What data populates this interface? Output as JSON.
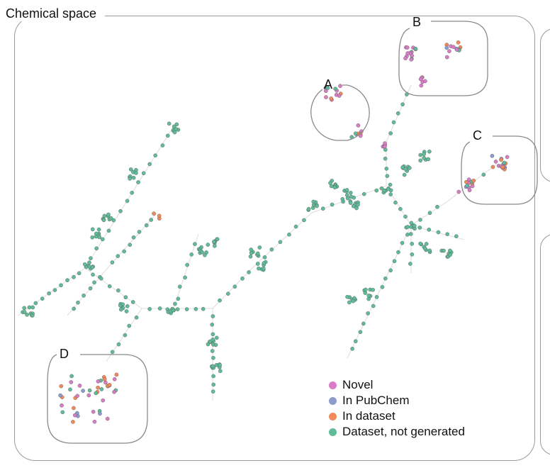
{
  "title": "Chemical space",
  "zoom_regions": [
    "A",
    "B",
    "C",
    "D"
  ],
  "legend": [
    {
      "label": "Novel",
      "color": "#d97cc6"
    },
    {
      "label": "In PubChem",
      "color": "#8c9ccc"
    },
    {
      "label": "In dataset",
      "color": "#f08a5b"
    },
    {
      "label": "Dataset, not generated",
      "color": "#5fbb98"
    }
  ]
}
